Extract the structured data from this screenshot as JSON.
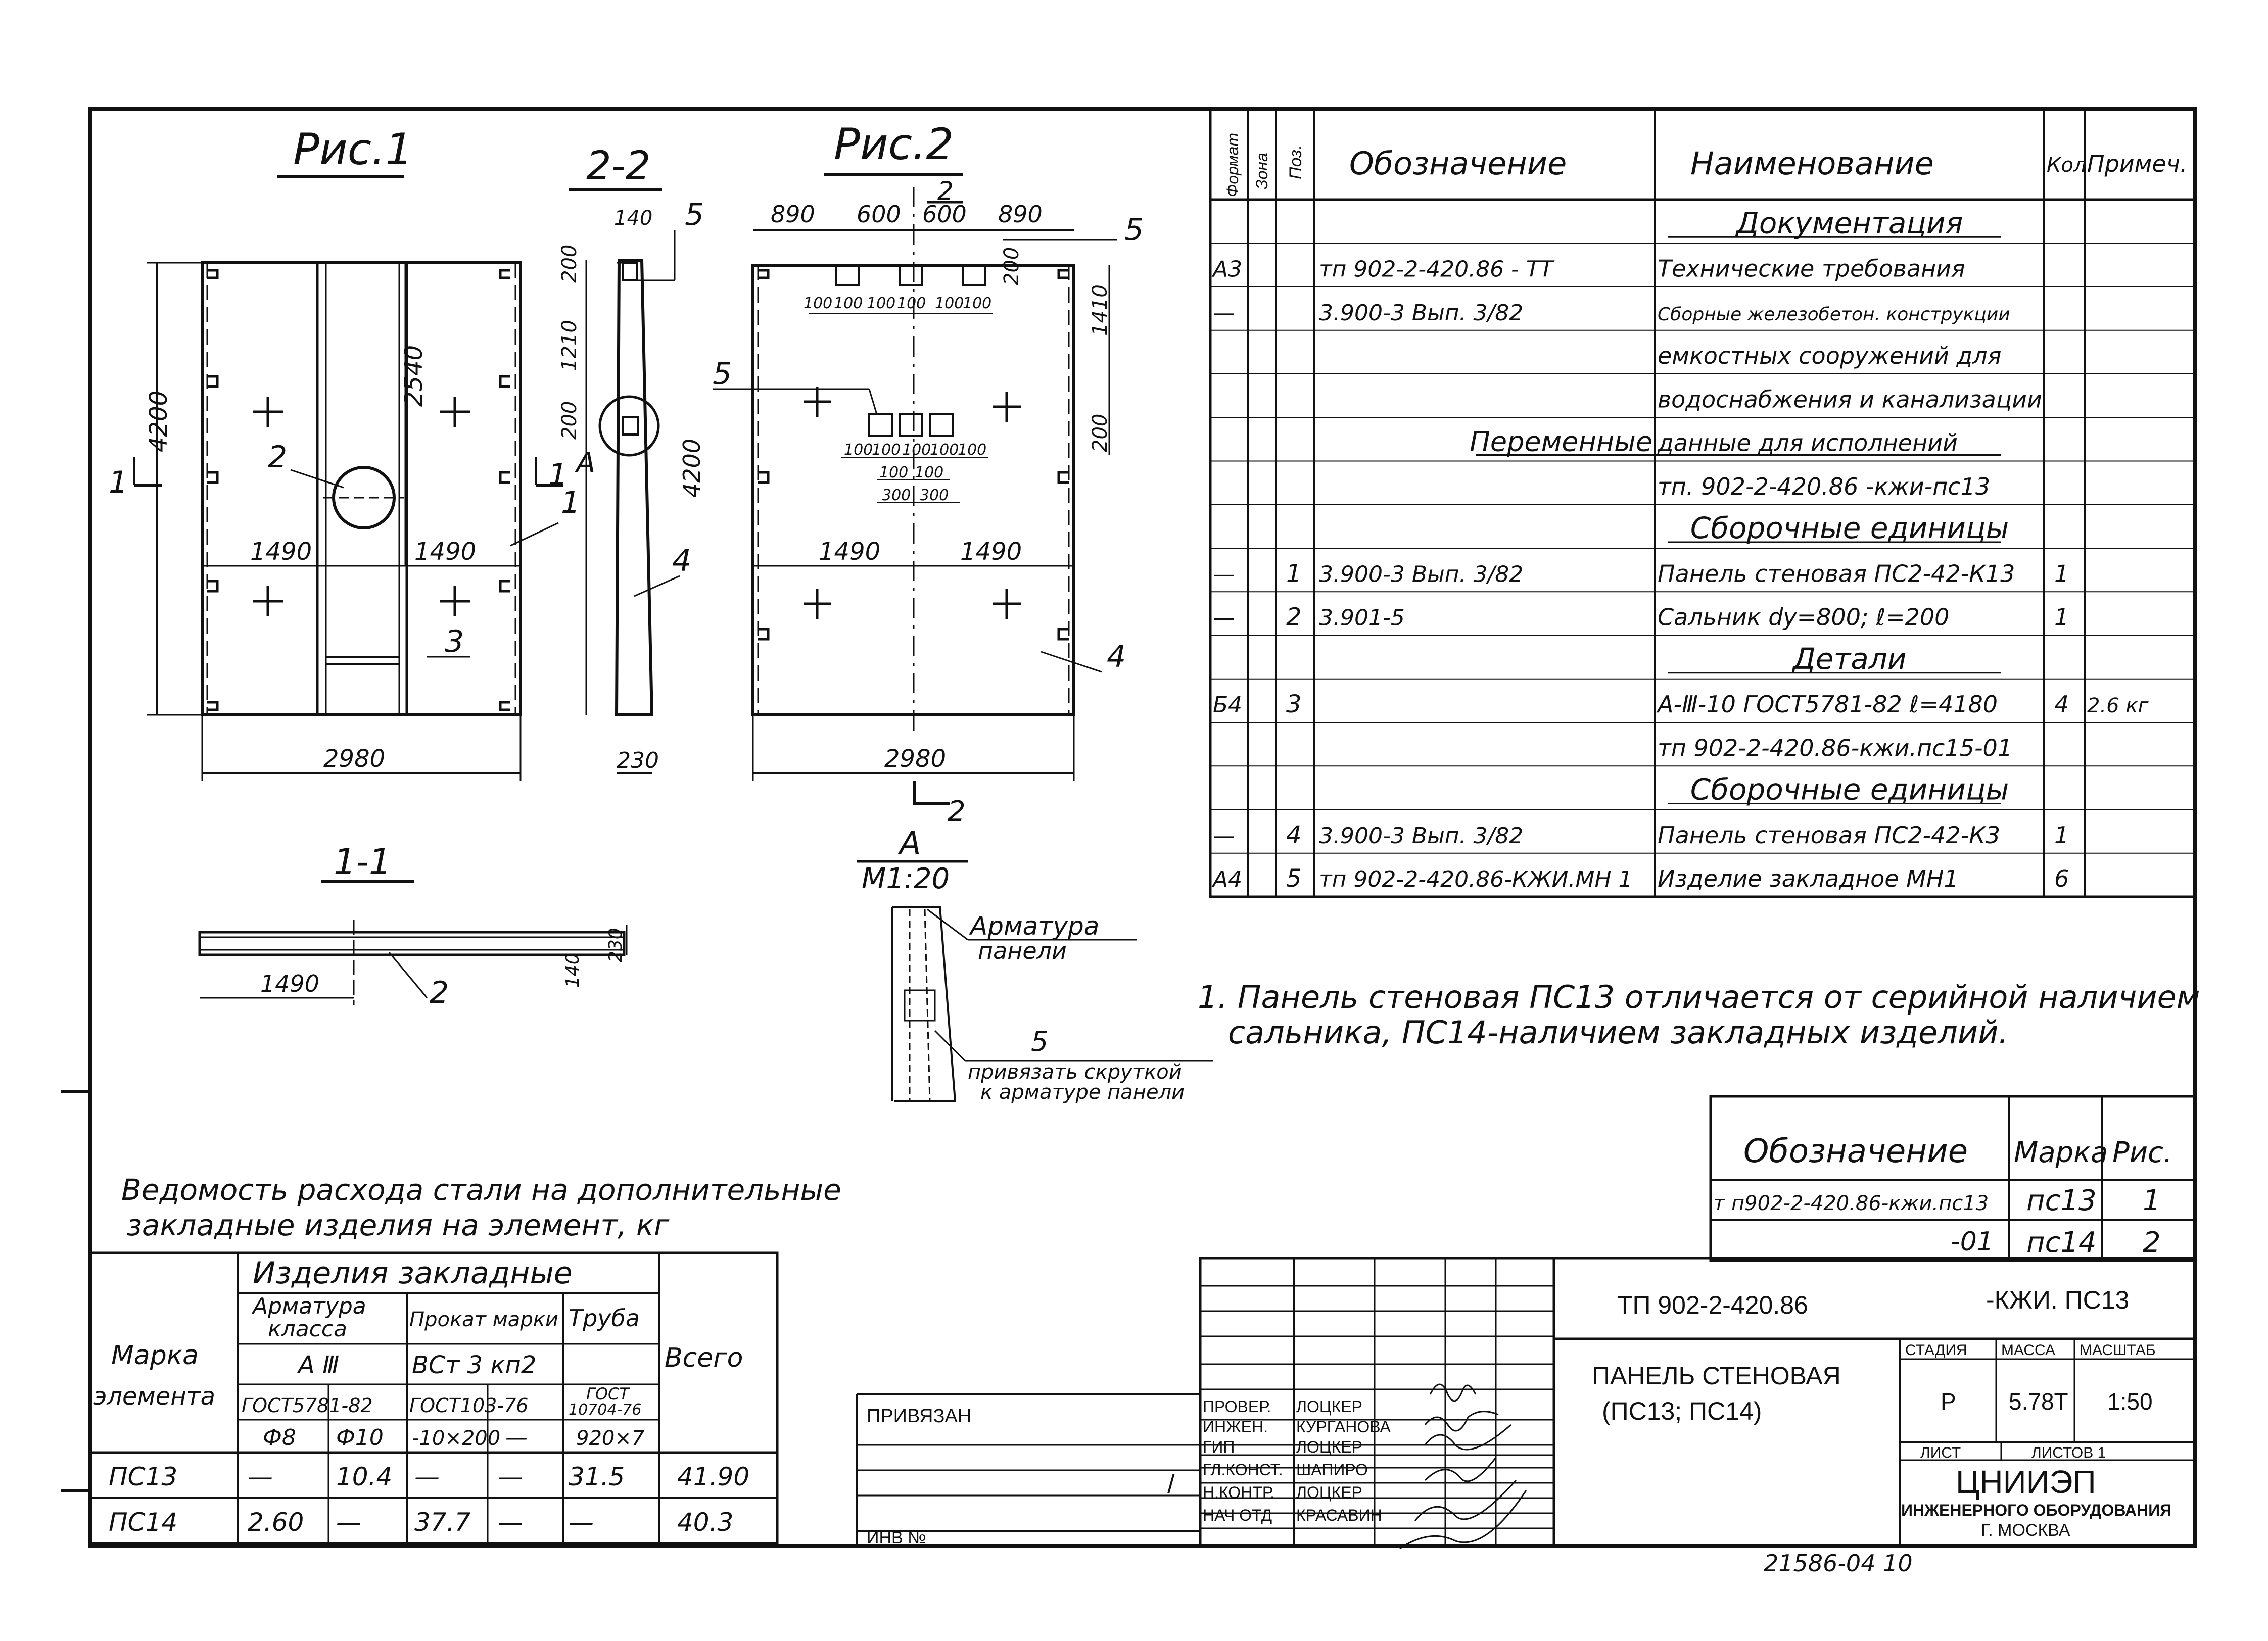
{
  "drawings": {
    "fig1": {
      "title": "Рис.1",
      "dims": [
        "4200",
        "2540",
        "1490",
        "1490",
        "2980"
      ],
      "callouts": [
        "1",
        "1",
        "2",
        "1",
        "3"
      ]
    },
    "sec22": {
      "title": "2-2",
      "dims": [
        "140",
        "200",
        "1210",
        "200",
        "4200",
        "230"
      ],
      "callouts": [
        "5",
        "A",
        "4"
      ]
    },
    "fig2": {
      "title": "Рис.2",
      "dims_top": [
        "890",
        "600",
        "600",
        "890"
      ],
      "dims_small": [
        "100",
        "100",
        "100",
        "100",
        "100",
        "100"
      ],
      "dims_mid": [
        "100",
        "100",
        "100",
        "100",
        "100"
      ],
      "dims_mid2": [
        "100",
        "100"
      ],
      "dims_mid3": [
        "300",
        "300"
      ],
      "dims_right": [
        "200",
        "1410",
        "200"
      ],
      "dims_bottom": [
        "1490",
        "1490",
        "2980"
      ],
      "callouts": [
        "2",
        "5",
        "5",
        "4",
        "2"
      ]
    },
    "sec11": {
      "title": "1-1",
      "dims": [
        "1490",
        "140",
        "230"
      ],
      "callouts": [
        "2"
      ]
    },
    "detailA": {
      "title": "А",
      "scale": "М1:20",
      "label1": "Арматура",
      "label2": "панели",
      "callout": "5",
      "note1": "привязать скруткой",
      "note2": "к арматуре панели"
    }
  },
  "spec": {
    "headers": [
      "Формат",
      "Зона",
      "Поз.",
      "Обозначение",
      "Наименование",
      "Кол.",
      "Примеч."
    ],
    "rows": [
      {
        "fmt": "",
        "zone": "",
        "pos": "",
        "code": "",
        "name": "Документация",
        "qty": "",
        "note": "",
        "style": "section"
      },
      {
        "fmt": "А3",
        "zone": "",
        "pos": "",
        "code": "тп 902-2-420.86 -   ТТ",
        "name": "Технические требования",
        "qty": "",
        "note": "",
        "style": "row"
      },
      {
        "fmt": "—",
        "zone": "",
        "pos": "",
        "code": "3.900-3  Вып. 3/82",
        "name": "Сборные железобетон. конструкции",
        "qty": "",
        "note": "",
        "style": "row"
      },
      {
        "fmt": "",
        "zone": "",
        "pos": "",
        "code": "",
        "name": "емкостных сооружений для",
        "qty": "",
        "note": "",
        "style": "row"
      },
      {
        "fmt": "",
        "zone": "",
        "pos": "",
        "code": "",
        "name": "водоснабжения и канализации",
        "qty": "",
        "note": "",
        "style": "row"
      },
      {
        "fmt": "",
        "zone": "",
        "pos": "",
        "code": "Переменные",
        "name": "данные для исполнений",
        "qty": "",
        "note": "",
        "style": "split"
      },
      {
        "fmt": "",
        "zone": "",
        "pos": "",
        "code": "",
        "name": "тп. 902-2-420.86  -кжи-пс13",
        "qty": "",
        "note": "",
        "style": "row"
      },
      {
        "fmt": "",
        "zone": "",
        "pos": "",
        "code": "",
        "name": "Сборочные единицы",
        "qty": "",
        "note": "",
        "style": "section"
      },
      {
        "fmt": "—",
        "zone": "",
        "pos": "1",
        "code": "3.900-3  Вып. 3/82",
        "name": "Панель стеновая ПС2-42-К13",
        "qty": "1",
        "note": "",
        "style": "row"
      },
      {
        "fmt": "—",
        "zone": "",
        "pos": "2",
        "code": "3.901-5",
        "name": "Сальник dy=800; ℓ=200",
        "qty": "1",
        "note": "",
        "style": "row"
      },
      {
        "fmt": "",
        "zone": "",
        "pos": "",
        "code": "",
        "name": "Детали",
        "qty": "",
        "note": "",
        "style": "section"
      },
      {
        "fmt": "Б4",
        "zone": "",
        "pos": "3",
        "code": "",
        "name": "А-Ⅲ-10 ГОСТ5781-82  ℓ=4180",
        "qty": "4",
        "note": "2.6 кг",
        "style": "row"
      },
      {
        "fmt": "",
        "zone": "",
        "pos": "",
        "code": "",
        "name": "тп 902-2-420.86-кжи.пс15-01",
        "qty": "",
        "note": "",
        "style": "row"
      },
      {
        "fmt": "",
        "zone": "",
        "pos": "",
        "code": "",
        "name": "Сборочные единицы",
        "qty": "",
        "note": "",
        "style": "section"
      },
      {
        "fmt": "—",
        "zone": "",
        "pos": "4",
        "code": "3.900-3  Вып. 3/82",
        "name": "Панель стеновая ПС2-42-К3",
        "qty": "1",
        "note": "",
        "style": "row"
      },
      {
        "fmt": "А4",
        "zone": "",
        "pos": "5",
        "code": "тп 902-2-420.86-КЖИ.МН 1",
        "name": "Изделие закладное МН1",
        "qty": "6",
        "note": "",
        "style": "row"
      }
    ]
  },
  "note": {
    "line1": "1. Панель стеновая ПС13 отличается от серийной наличием",
    "line2": "сальника, ПС14-наличием закладных изделий."
  },
  "marks": {
    "headers": [
      "Обозначение",
      "Марка",
      "Рис."
    ],
    "rows": [
      [
        "т п902-2-420.86-кжи.пс13",
        "пс13",
        "1"
      ],
      [
        "-01",
        "пс14",
        "2"
      ]
    ]
  },
  "steel": {
    "title1": "Ведомость расхода стали на дополнительные",
    "title2": "закладные изделия на элемент, кг",
    "group": "Изделия закладные",
    "col_mark": "Марка",
    "col_mark2": "элемента",
    "arm": "Арматура",
    "arm2": "класса",
    "prokat": "Прокат марки",
    "truba": "Труба",
    "total": "Всего",
    "cls": "А Ⅲ",
    "steel_grade": "ВСт 3 кп2",
    "gost1": "ГОСТ5781-82",
    "gost2": "ГОСТ103-76",
    "gost3a": "ГОСТ",
    "gost3b": "10704-76",
    "d8": "Ф8",
    "d10": "Ф10",
    "size1": "-10×200",
    "dash": "—",
    "size2": "920×7",
    "rows": [
      [
        "ПС13",
        "—",
        "10.4",
        "—",
        "—",
        "31.5",
        "41.90"
      ],
      [
        "ПС14",
        "2.60",
        "—",
        "37.7",
        "—",
        "—",
        "40.3"
      ]
    ]
  },
  "title_block": {
    "code": "ТП  902-2-420.86",
    "code_suffix": "-КЖИ. ПС13",
    "name1": "ПАНЕЛЬ  СТЕНОВАЯ",
    "name2": "(ПС13; ПС14)",
    "stage_label": "СТАДИЯ",
    "mass_label": "МАССА",
    "scale_label": "МАСШТАБ",
    "stage": "Р",
    "mass": "5.78Т",
    "scale": "1:50",
    "sheet_label": "ЛИСТ",
    "sheets_label": "ЛИСТОВ 1",
    "org1": "ЦНИИЭП",
    "org2": "ИНЖЕНЕРНОГО ОБОРУДОВАНИЯ",
    "org3": "Г. МОСКВА",
    "roles": [
      "ПРОВЕР.",
      "ИНЖЕН.",
      "ГИП",
      "ГЛ.КОНСТ.",
      "Н.КОНТР.",
      "НАЧ ОТД"
    ],
    "people": [
      "ЛОЦКЕР",
      "КУРГАНОВА",
      "ЛОЦКЕР",
      "ШАПИРО",
      "ЛОЦКЕР",
      "КРАСАВИН"
    ],
    "bound": "ПРИВЯЗАН",
    "inv": "ИНВ №",
    "slash": "/",
    "bottom_note": "21586-04   10"
  }
}
